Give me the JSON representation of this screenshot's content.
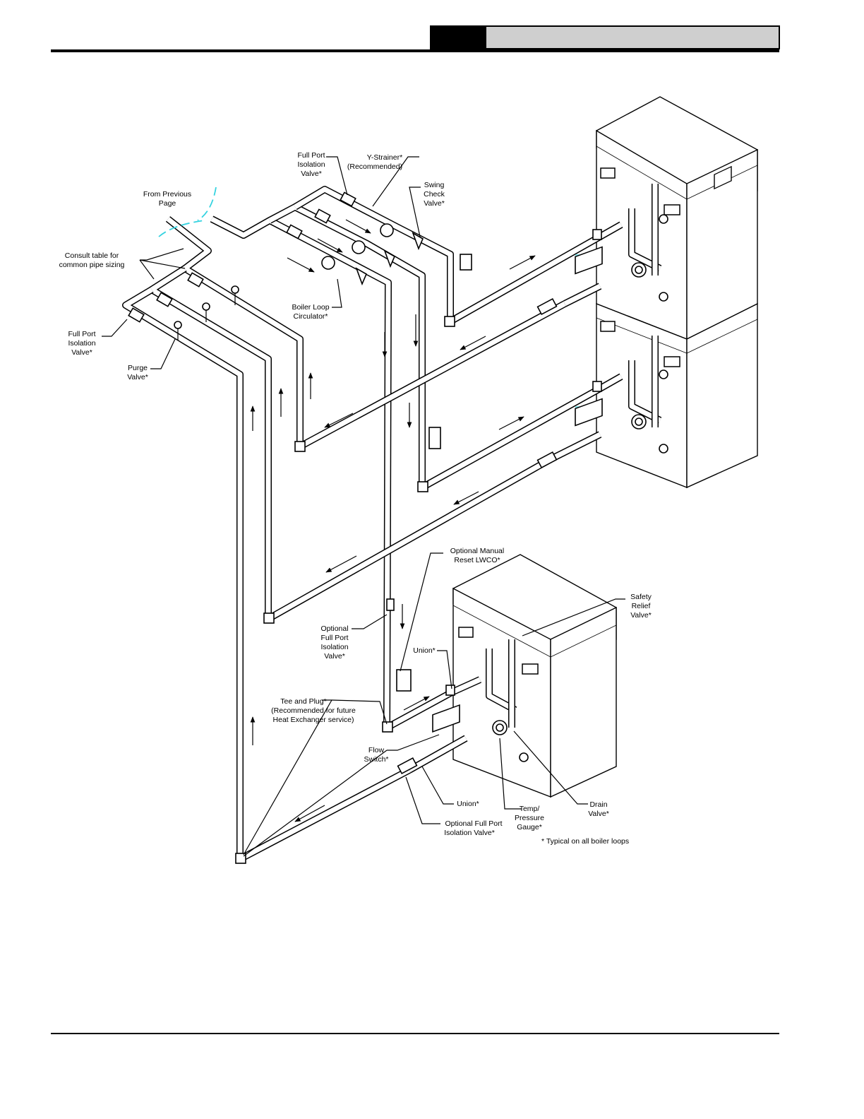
{
  "header": {
    "section_label": ""
  },
  "callouts": {
    "from_previous_page": [
      "From Previous",
      "Page"
    ],
    "consult_table": [
      "Consult table for",
      "common pipe sizing"
    ],
    "full_port_isolation_valve_left": [
      "Full Port",
      "Isolation",
      "Valve*"
    ],
    "purge_valve": [
      "Purge",
      "Valve*"
    ],
    "full_port_isolation_valve_top": [
      "Full Port",
      "Isolation",
      "Valve*"
    ],
    "y_strainer": [
      "Y-Strainer*",
      "(Recommended)"
    ],
    "swing_check_valve": [
      "Swing",
      "Check",
      "Valve*"
    ],
    "boiler_loop_circulator": [
      "Boiler Loop",
      "Circulator*"
    ],
    "optional_manual_reset_lwco": [
      "Optional Manual",
      "Reset LWCO*"
    ],
    "safety_relief_valve": [
      "Safety",
      "Relief",
      "Valve*"
    ],
    "optional_full_port_isolation_valve_mid": [
      "Optional",
      "Full Port",
      "Isolation",
      "Valve*"
    ],
    "union_top": [
      "Union*"
    ],
    "tee_and_plug": [
      "Tee and Plug*",
      "(Recommended for future",
      "Heat Exchanger service)"
    ],
    "flow_switch": [
      "Flow",
      "Switch*"
    ],
    "union_bottom": [
      "Union*"
    ],
    "optional_full_port_isolation_valve_bottom": [
      "Optional Full Port",
      "Isolation Valve*"
    ],
    "temp_pressure_gauge": [
      "Temp/",
      "Pressure",
      "Gauge*"
    ],
    "drain_valve": [
      "Drain",
      "Valve*"
    ],
    "typical_note": [
      "* Typical on all boiler loops"
    ]
  },
  "colors": {
    "accent_cyan": "#35d3e0",
    "line": "#000000",
    "header_gray": "#cfcfcf"
  }
}
